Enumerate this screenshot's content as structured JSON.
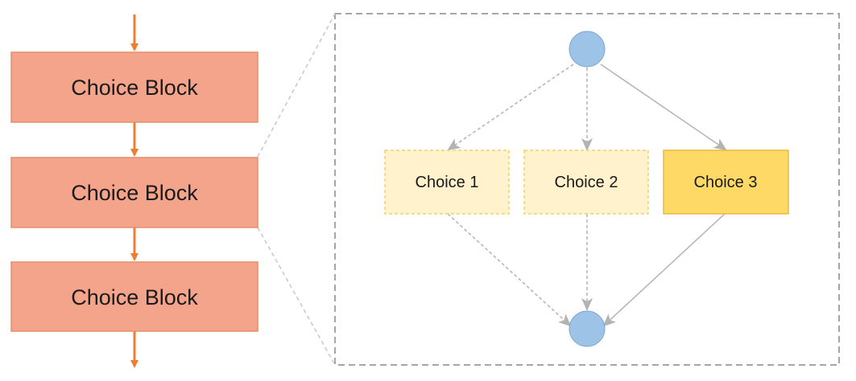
{
  "blocks": [
    {
      "label": "Choice Block"
    },
    {
      "label": "Choice Block"
    },
    {
      "label": "Choice Block"
    }
  ],
  "choices": [
    {
      "label": "Choice 1",
      "selected": false
    },
    {
      "label": "Choice 2",
      "selected": false
    },
    {
      "label": "Choice 3",
      "selected": true
    }
  ],
  "colors": {
    "block_fill": "#f4a48a",
    "block_stroke": "#e78d6a",
    "flow_arrow": "#ed7d31",
    "node_fill": "#9dc3e6",
    "node_stroke": "#7fa8d2",
    "choice_fill": "#fff2cc",
    "choice_stroke": "#f2d266",
    "choice_selected_fill": "#ffd966",
    "choice_selected_stroke": "#e6bc3c",
    "connector": "#b3b3b3",
    "frame": "#a6a6a6"
  }
}
